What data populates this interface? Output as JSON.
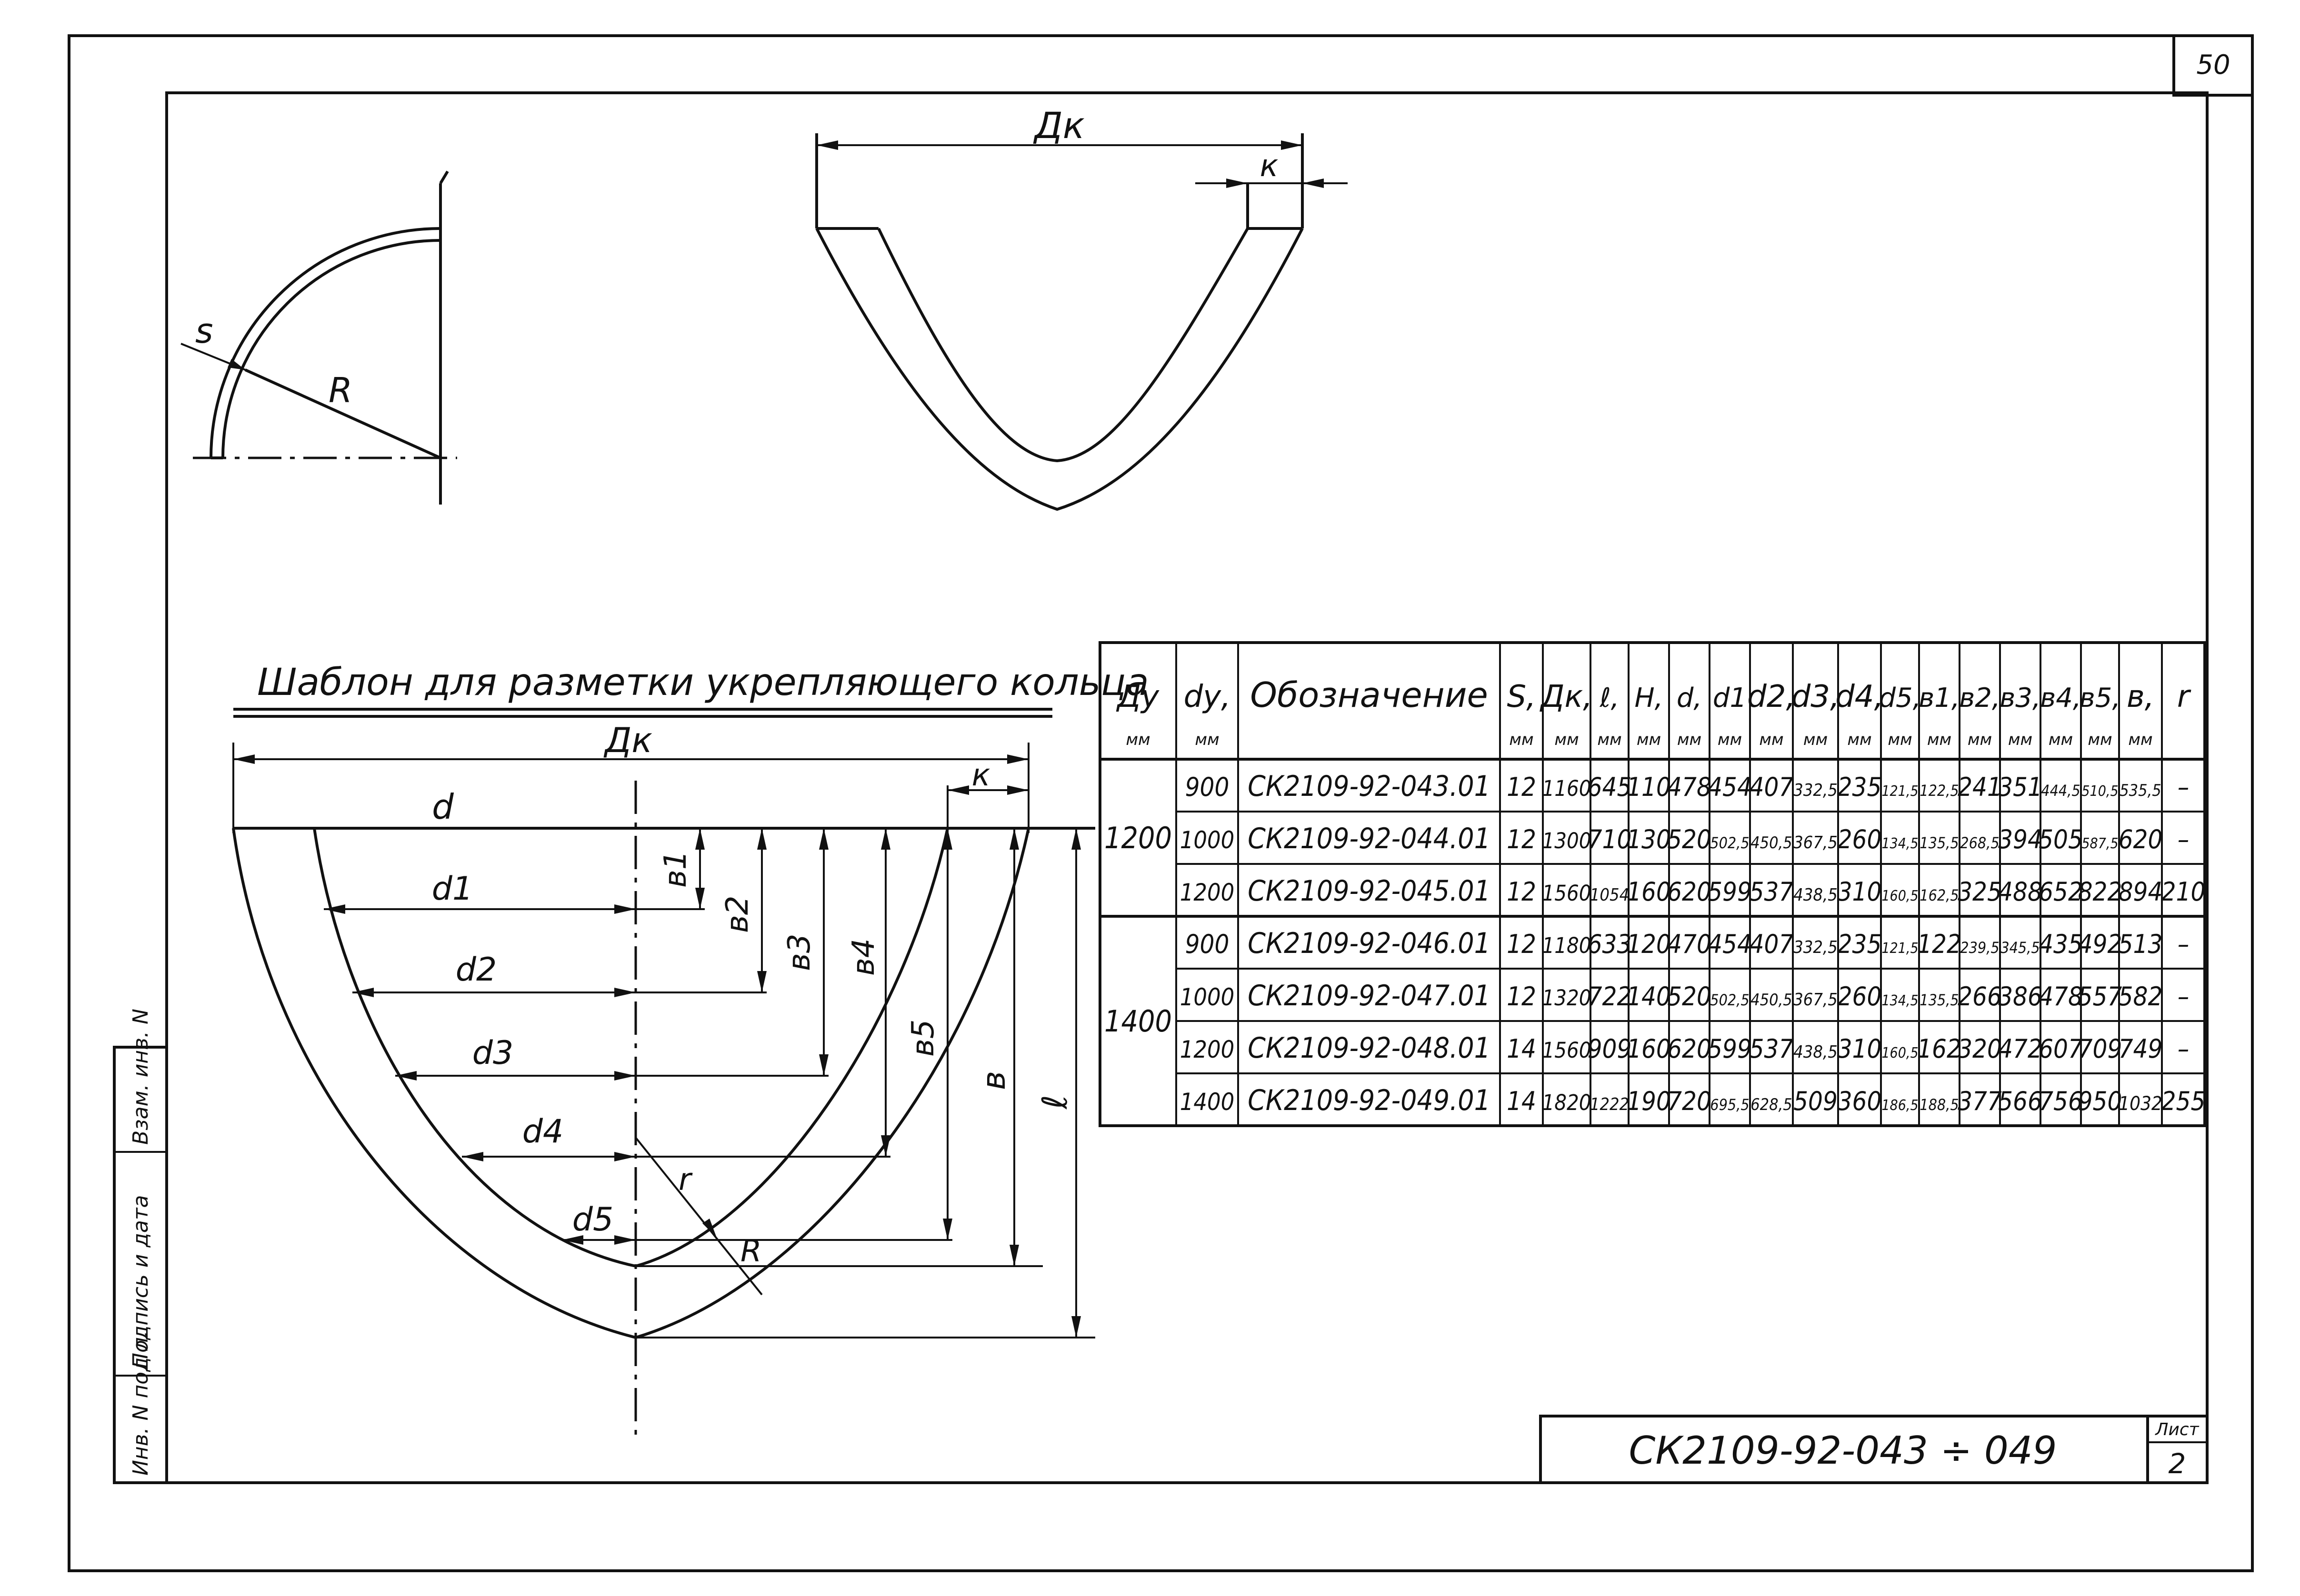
{
  "page_number": "50",
  "view_quarter": {
    "label_s": "s",
    "label_r": "R"
  },
  "view_cross_section": {
    "label_dk": "Дк",
    "label_k": "к"
  },
  "template": {
    "title": "Шаблон для разметки укрепляющего кольца",
    "label_dk": "Дк",
    "label_k": "к",
    "label_d": "d",
    "label_d1": "d1",
    "label_d2": "d2",
    "label_d3": "d3",
    "label_d4": "d4",
    "label_d5": "d5",
    "label_b1": "в1",
    "label_b2": "в2",
    "label_b3": "в3",
    "label_b4": "в4",
    "label_b5": "в5",
    "label_b": "в",
    "label_l": "ℓ",
    "label_r": "r",
    "label_R": "R"
  },
  "table": {
    "headers": [
      {
        "label": "Ду",
        "unit": "мм"
      },
      {
        "label": "dу,",
        "unit": "мм"
      },
      {
        "label": "Обозначение",
        "unit": ""
      },
      {
        "label": "S,",
        "unit": "мм"
      },
      {
        "label": "Дк,",
        "unit": "мм"
      },
      {
        "label": "ℓ,",
        "unit": "мм"
      },
      {
        "label": "H,",
        "unit": "мм"
      },
      {
        "label": "d,",
        "unit": "мм"
      },
      {
        "label": "d1",
        "unit": "мм"
      },
      {
        "label": "d2,",
        "unit": "мм"
      },
      {
        "label": "d3,",
        "unit": "мм"
      },
      {
        "label": "d4,",
        "unit": "мм"
      },
      {
        "label": "d5,",
        "unit": "мм"
      },
      {
        "label": "в1,",
        "unit": "мм"
      },
      {
        "label": "в2,",
        "unit": "мм"
      },
      {
        "label": "в3,",
        "unit": "мм"
      },
      {
        "label": "в4,",
        "unit": "мм"
      },
      {
        "label": "в5,",
        "unit": "мм"
      },
      {
        "label": "в,",
        "unit": "мм"
      },
      {
        "label": "r",
        "unit": ""
      }
    ],
    "groups": [
      {
        "du": "1200",
        "rows": [
          [
            "900",
            "СК2109-92-043.01",
            "12",
            "1160",
            "645",
            "110",
            "478",
            "454",
            "407",
            "332,5",
            "235",
            "121,5",
            "122,5",
            "241",
            "351",
            "444,5",
            "510,5",
            "535,5",
            "–"
          ],
          [
            "1000",
            "СК2109-92-044.01",
            "12",
            "1300",
            "710",
            "130",
            "520",
            "502,5",
            "450,5",
            "367,5",
            "260",
            "134,5",
            "135,5",
            "268,5",
            "394",
            "505",
            "587,5",
            "620",
            "–"
          ],
          [
            "1200",
            "СК2109-92-045.01",
            "12",
            "1560",
            "1054",
            "160",
            "620",
            "599",
            "537",
            "438,5",
            "310",
            "160,5",
            "162,5",
            "325",
            "488",
            "652",
            "822",
            "894",
            "210"
          ]
        ]
      },
      {
        "du": "1400",
        "rows": [
          [
            "900",
            "СК2109-92-046.01",
            "12",
            "1180",
            "633",
            "120",
            "470",
            "454",
            "407",
            "332,5",
            "235",
            "121,5",
            "122",
            "239,5",
            "345,5",
            "435",
            "492",
            "513",
            "–"
          ],
          [
            "1000",
            "СК2109-92-047.01",
            "12",
            "1320",
            "722",
            "140",
            "520",
            "502,5",
            "450,5",
            "367,5",
            "260",
            "134,5",
            "135,5",
            "266",
            "386",
            "478",
            "557",
            "582",
            "–"
          ],
          [
            "1200",
            "СК2109-92-048.01",
            "14",
            "1560",
            "909",
            "160",
            "620",
            "599",
            "537",
            "438,5",
            "310",
            "160,5",
            "162",
            "320",
            "472",
            "607",
            "709",
            "749",
            "–"
          ],
          [
            "1400",
            "СК2109-92-049.01",
            "14",
            "1820",
            "1222",
            "190",
            "720",
            "695,5",
            "628,5",
            "509",
            "360",
            "186,5",
            "188,5",
            "377",
            "566",
            "756",
            "950",
            "1032",
            "255"
          ]
        ]
      }
    ]
  },
  "side_stamp": [
    "Инв. N под л.",
    "Подпись и дата",
    "Взам. инв. N"
  ],
  "title_block": {
    "code": "СК2109-92-043 ÷ 049",
    "sheet_label": "Лист",
    "sheet_number": "2"
  }
}
